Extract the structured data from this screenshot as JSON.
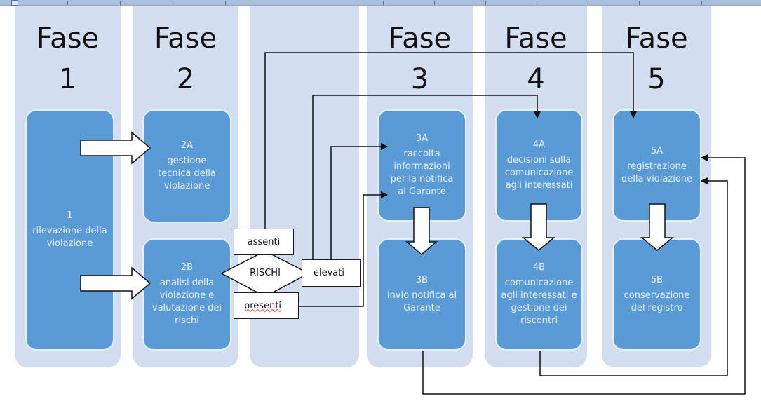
{
  "phases": [
    {
      "title": "Fase",
      "number": "1"
    },
    {
      "title": "Fase",
      "number": "2"
    },
    {
      "title": "",
      "number": ""
    },
    {
      "title": "Fase",
      "number": "3"
    },
    {
      "title": "Fase",
      "number": "4"
    },
    {
      "title": "Fase",
      "number": "5"
    }
  ],
  "steps": {
    "s1": {
      "code": "1",
      "text": "rilevazione della violazione"
    },
    "s2a": {
      "code": "2A",
      "text": "gestione tecnica della violazione"
    },
    "s2b": {
      "code": "2B",
      "text": "analisi della violazione e valutazione dei rischi"
    },
    "s3a": {
      "code": "3A",
      "text": "raccolta informazioni per la notifica al Garante"
    },
    "s3b": {
      "code": "3B",
      "text": "invio notifica al Garante"
    },
    "s4a": {
      "code": "4A",
      "text": "decisioni sulla comunicazione agli interessati"
    },
    "s4b": {
      "code": "4B",
      "text": "comunicazione agli interessati e gestione dei riscontri"
    },
    "s5a": {
      "code": "5A",
      "text": "registrazione della violazione"
    },
    "s5b": {
      "code": "5B",
      "text": "conservazione del registro"
    }
  },
  "decision": {
    "label": "RISCHI",
    "outcomes": {
      "absent": "assenti",
      "high": "elevati",
      "present": "presenti"
    }
  },
  "colors": {
    "phase_bg": "#d2deef",
    "step_fill": "#5b9bd5",
    "step_text": "#eaf2fb",
    "connector": "#111111"
  }
}
